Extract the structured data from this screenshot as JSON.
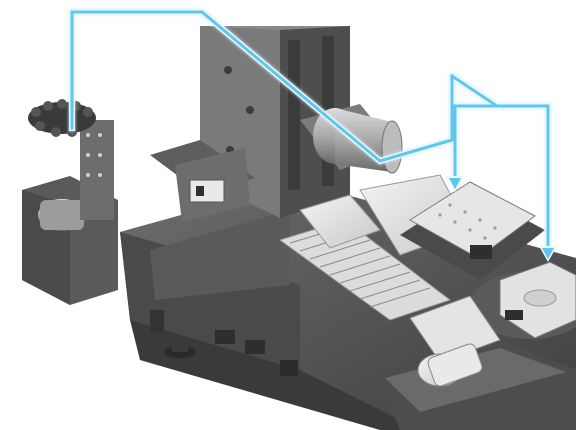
{
  "figure": {
    "subject": "machining-center-cutaway",
    "components": [
      "column",
      "spindle-head",
      "tool-magazine",
      "hydraulic-unit",
      "machine-bed",
      "y-axis-way-cover",
      "x-axis-way-cover",
      "rotary-table-front",
      "rotary-table-rear",
      "servo-motor",
      "chip-tray",
      "leveling-foot"
    ],
    "lubrication_flow_color": "#5fc6ee",
    "flow_arrow_count": 2,
    "flow_arrow_icon": "arrow-down-icon"
  }
}
